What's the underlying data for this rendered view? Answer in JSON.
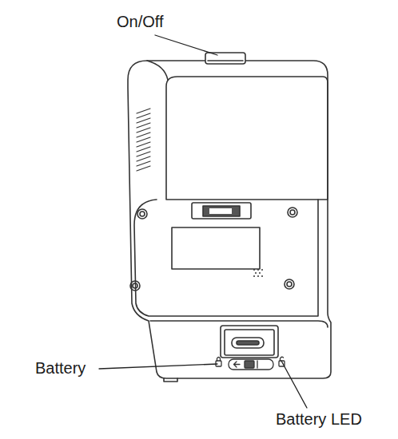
{
  "diagram": {
    "labels": [
      "On/Off",
      "Battery",
      "Battery LED"
    ]
  }
}
